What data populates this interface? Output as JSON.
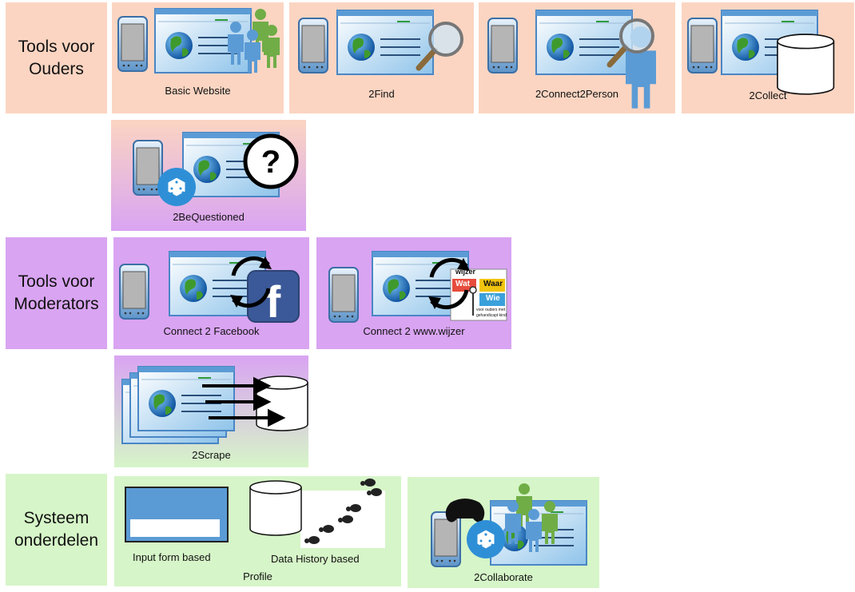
{
  "sections": [
    {
      "label": "Tools voor\nOuders"
    },
    {
      "label": "Tools voor\nModerators"
    },
    {
      "label": "Systeem\nonderdelen"
    }
  ],
  "tools": {
    "basic_website": "Basic Website",
    "find": "2Find",
    "connect2person": "2Connect2Person",
    "collect": "2Collect",
    "bequestioned": "2BeQuestioned",
    "facebook": "Connect 2 Facebook",
    "wijzer": "Connect 2 www.wijzer",
    "scrape": "2Scrape",
    "collaborate": "2Collaborate"
  },
  "profile": {
    "input_form": "Input form based",
    "data_history": "Data History  based",
    "label": "Profile"
  },
  "wijzer_logo": {
    "title": "wijzer",
    "wat": "Wat",
    "waar": "Waar",
    "wie": "Wie",
    "sub1": "voor ouders met",
    "sub2": "gehandicapt kind"
  },
  "colors": {
    "peach": "#fbd5c2",
    "purple": "#d9a4f2",
    "green": "#d6f5c8",
    "person_blue": "#5b9bd5",
    "person_green": "#70ad47"
  }
}
